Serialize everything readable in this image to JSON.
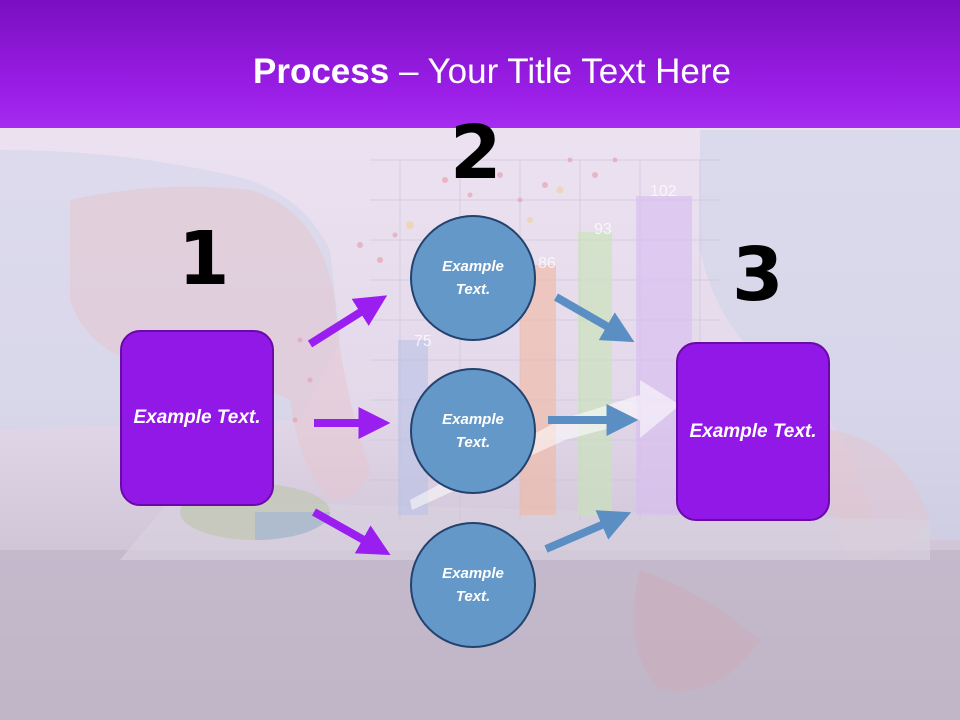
{
  "title": {
    "bold": "Process",
    "separator": "–",
    "rest": "Your Title Text Here"
  },
  "steps": [
    "1",
    "2",
    "3"
  ],
  "left_box": {
    "text": "Example Text."
  },
  "right_box": {
    "text": "Example Text."
  },
  "circles": [
    {
      "text": "Example Text."
    },
    {
      "text": "Example Text."
    },
    {
      "text": "Example Text."
    }
  ],
  "background_chart_labels": [
    "75",
    "86",
    "93",
    "102"
  ],
  "colors": {
    "title_bar": "#9a1ee6",
    "box_fill": "#9218e8",
    "box_border": "#6a0aa8",
    "circle_fill": "#6498c8",
    "circle_border": "#24426e",
    "purple_arrow": "#9b1ef0",
    "blue_arrow": "#5b8fc4"
  }
}
